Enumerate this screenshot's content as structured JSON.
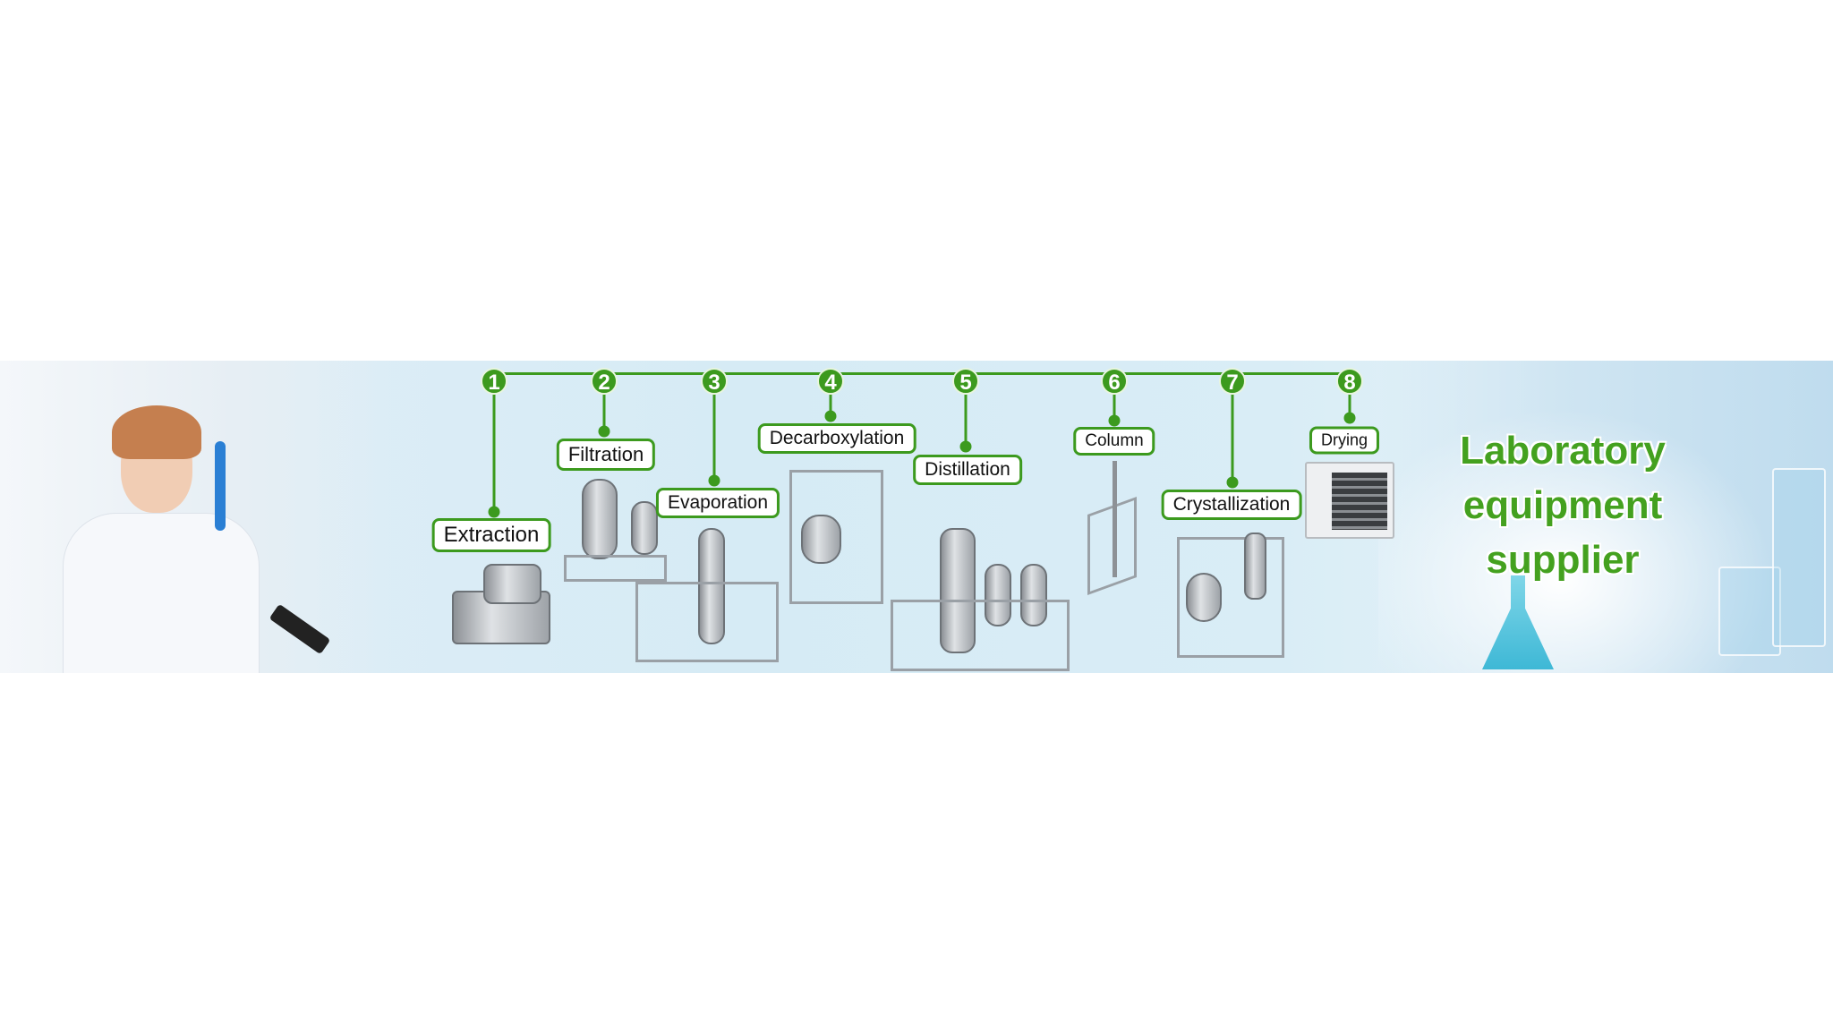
{
  "banner": {
    "steps": [
      {
        "number": "1",
        "label": "Extraction"
      },
      {
        "number": "2",
        "label": "Filtration"
      },
      {
        "number": "3",
        "label": "Evaporation"
      },
      {
        "number": "4",
        "label": "Decarboxylation"
      },
      {
        "number": "5",
        "label": "Distillation"
      },
      {
        "number": "6",
        "label": "Column"
      },
      {
        "number": "7",
        "label": "Crystallization"
      },
      {
        "number": "8",
        "label": "Drying"
      }
    ],
    "title_lines": [
      "Laboratory",
      "equipment",
      "supplier"
    ],
    "accent_color": "#3c9a1e"
  }
}
